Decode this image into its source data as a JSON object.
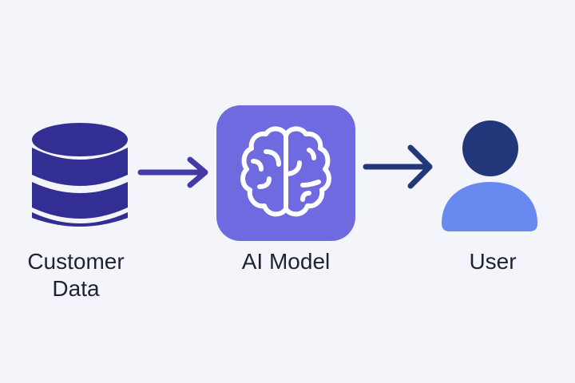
{
  "diagram": {
    "nodes": [
      {
        "id": "customer-data",
        "label_line1": "Customer",
        "label_line2": "Data",
        "icon": "database-icon"
      },
      {
        "id": "ai-model",
        "label": "AI Model",
        "icon": "brain-icon"
      },
      {
        "id": "user",
        "label": "User",
        "icon": "user-icon"
      }
    ],
    "edges": [
      {
        "from": "customer-data",
        "to": "ai-model"
      },
      {
        "from": "ai-model",
        "to": "user"
      }
    ]
  },
  "colors": {
    "background": "#f4f5fa",
    "database": "#332e94",
    "arrow1": "#433aa6",
    "ai_box": "#6f6ae0",
    "arrow2": "#22387a",
    "user_head": "#22377a",
    "user_body": "#6889f0",
    "text": "#1f2235"
  }
}
